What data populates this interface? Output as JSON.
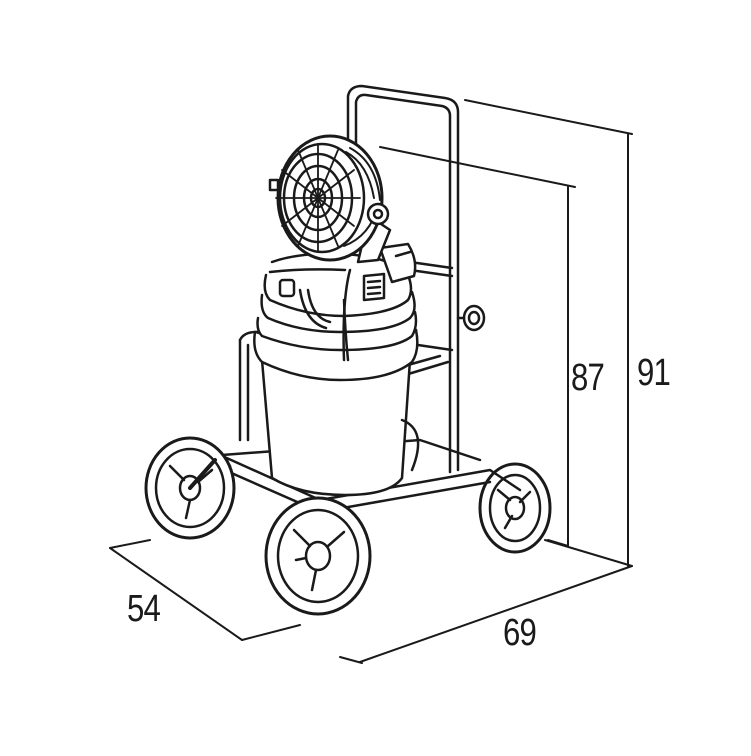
{
  "dimensions": {
    "depth": "54",
    "width": "69",
    "height_body": "87",
    "height_total": "91"
  },
  "colors": {
    "line": "#1a1a1a",
    "body_fill": "#ffffff"
  },
  "icons": {
    "main": "fan-on-cart-icon"
  }
}
